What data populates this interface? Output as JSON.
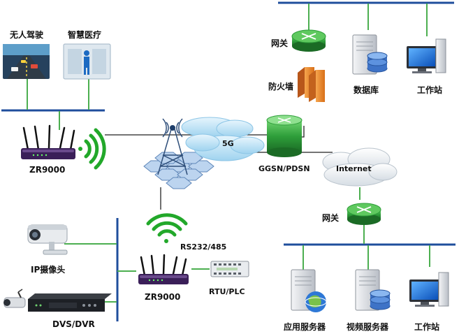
{
  "labels": {
    "autonomous_driving": "无人驾驶",
    "smart_healthcare": "智慧医疗",
    "router_top": "ZR9000",
    "router_bottom": "ZR9000",
    "cloud_5g": "5G",
    "ggsn": "GGSN/PDSN",
    "internet": "Internet",
    "gateway_top": "网关",
    "firewall": "防火墙",
    "database": "数据库",
    "workstation_top": "工作站",
    "gateway_bottom": "网关",
    "app_server": "应用服务器",
    "video_server": "视频服务器",
    "workstation_bottom": "工作站",
    "ip_camera": "IP摄像头",
    "dvs_dvr": "DVS/DVR",
    "rs232": "RS232/485",
    "rtu_plc": "RTU/PLC"
  },
  "colors": {
    "bus_blue": "#1f4e9c",
    "link_green": "#4caf50",
    "router_green": "#2e9e3a",
    "firewall_orange": "#e8822a",
    "wifi_green": "#22a82a",
    "cloud_blue": "#bfe3f7"
  }
}
